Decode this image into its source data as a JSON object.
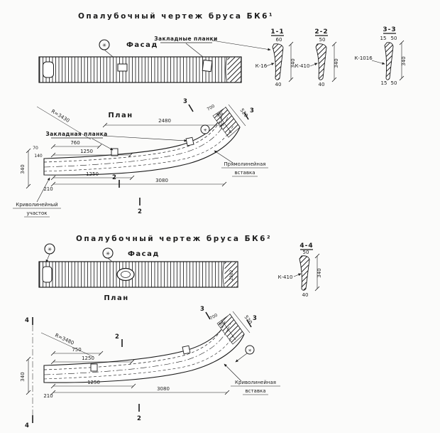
{
  "colors": {
    "ink": "#1c1c1c",
    "paper": "#fbfbfa"
  },
  "icons": {
    "star": "✳"
  },
  "sheet1": {
    "title": "Опалубочный чертеж бруса БК6¹",
    "facade_label": "Фасад",
    "plates_label": "Закладные планки",
    "sections": {
      "s11": {
        "label": "1-1",
        "w_top": "60",
        "h": "340",
        "weld": "К-16",
        "w_bot": "40"
      },
      "s22": {
        "label": "2-2",
        "w_top": "50",
        "h": "340",
        "weld": "К-410",
        "w_bot": "40"
      },
      "s33": {
        "label": "3-3",
        "t1": "15",
        "t2": "50",
        "h": "340",
        "weld": "К-1016",
        "b1": "15",
        "b2": "50"
      }
    },
    "plan": {
      "label": "План",
      "radius": "R=3430",
      "len": "2480",
      "plate_label": "Закладная планка",
      "d760": "760",
      "d1250_top": "1250",
      "d70": "70",
      "d140": "140",
      "d340": "340",
      "d210": "210",
      "d1250_bot": "1250",
      "d3080": "3080",
      "d700": "700",
      "d36": "36",
      "d520": "520",
      "mark2": "2",
      "mark3": "3",
      "straight_insert_1": "Прямолинейная",
      "straight_insert_2": "вставка",
      "curved_1": "Криволинейный",
      "curved_2": "участок"
    }
  },
  "sheet2": {
    "title": "Опалубочный чертеж бруса БК6²",
    "facade_label": "Фасад",
    "beam_num": "2382",
    "sections": {
      "s44": {
        "label": "4-4",
        "w_top": "50",
        "h": "340",
        "weld": "К-410",
        "w_bot": "40"
      }
    },
    "plan": {
      "label": "План",
      "radius": "R=3480",
      "d750": "750",
      "d1250_top": "1250",
      "d340": "340",
      "d210": "210",
      "d1250_bot": "1250",
      "d3080": "3080",
      "d700": "700",
      "d36": "36",
      "d520": "520",
      "mark2": "2",
      "mark3": "3",
      "mark4": "4",
      "curved_insert_1": "Криволинейная",
      "curved_insert_2": "вставка"
    }
  }
}
